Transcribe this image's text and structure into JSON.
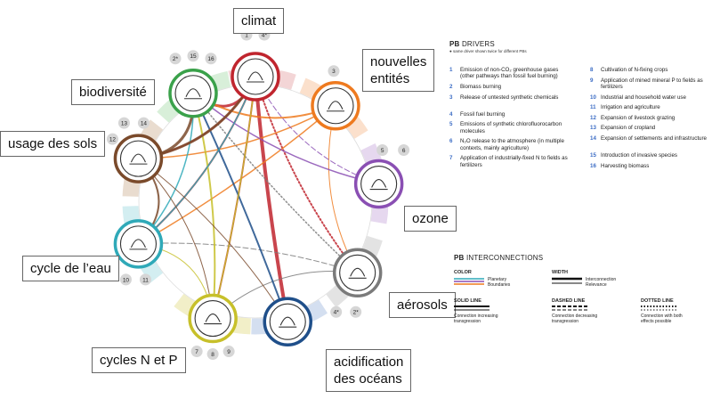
{
  "boundaries": [
    {
      "id": "climat",
      "label": "climat",
      "color": "#c0252e",
      "drivers": [
        "1",
        "4*"
      ]
    },
    {
      "id": "nouvelles",
      "label": "nouvelles\nentités",
      "color": "#ee7a1f",
      "drivers": [
        "3"
      ]
    },
    {
      "id": "ozone",
      "label": "ozone",
      "color": "#8a4fb3",
      "drivers": [
        "5",
        "6"
      ]
    },
    {
      "id": "aerosols",
      "label": "aérosols",
      "color": "#7a7a7a",
      "drivers": [
        "4*",
        "2*"
      ]
    },
    {
      "id": "acidification",
      "label": "acidification\ndes océans",
      "color": "#1f4f8a",
      "drivers": []
    },
    {
      "id": "cycles",
      "label": "cycles N et P",
      "color": "#c7c02a",
      "drivers": [
        "7",
        "8",
        "9"
      ]
    },
    {
      "id": "eau",
      "label": "cycle de l’eau",
      "color": "#2fa9b8",
      "drivers": [
        "10",
        "11"
      ]
    },
    {
      "id": "sols",
      "label": "usage des sols",
      "color": "#7a4a2b",
      "drivers": [
        "12",
        "13",
        "14"
      ]
    },
    {
      "id": "biodiversite",
      "label": "biodiversité",
      "color": "#3aa14a",
      "drivers": [
        "2*",
        "15",
        "16"
      ]
    }
  ],
  "drivers_panel": {
    "title_bold": "PB",
    "title_rest": " DRIVERS",
    "note": "● same driver shown twice for different PBs",
    "items": [
      {
        "n": "1",
        "text": "Emission of non-CO₂ greenhouse gases (other pathways than fossil fuel burning)"
      },
      {
        "n": "2",
        "text": "Biomass burning"
      },
      {
        "n": "3",
        "text": "Release of untested synthetic chemicals"
      },
      {
        "n": "4",
        "text": "Fossil fuel burning"
      },
      {
        "n": "5",
        "text": "Emissions of synthetic chlorofluorocarbon molecules"
      },
      {
        "n": "6",
        "text": "N₂O release to the atmosphere (in multiple contexts, mainly agriculture)"
      },
      {
        "n": "7",
        "text": "Application of industrially-fixed N to fields as fertilizers"
      },
      {
        "n": "8",
        "text": "Cultivation of N-fixing crops"
      },
      {
        "n": "9",
        "text": "Application of mined mineral P to fields as fertilizers"
      },
      {
        "n": "10",
        "text": "Industrial and household water use"
      },
      {
        "n": "11",
        "text": "Irrigation and agriculture"
      },
      {
        "n": "12",
        "text": "Expansion of livestock grazing"
      },
      {
        "n": "13",
        "text": "Expansion of cropland"
      },
      {
        "n": "14",
        "text": "Expansion of settlements and infrastructure"
      },
      {
        "n": "15",
        "text": "Introduction of invasive species"
      },
      {
        "n": "16",
        "text": "Harvesting biomass"
      }
    ]
  },
  "interconnections_panel": {
    "title_bold": "PB",
    "title_rest": " INTERCONNECTIONS",
    "color_head": "COLOR",
    "color_text": "Planetary\nBoundaries",
    "width_head": "WIDTH",
    "width_text": "Interconnection\nRelevance",
    "solid_head": "SOLID LINE",
    "solid_text": "Connection increasing\ntransgression",
    "dashed_head": "DASHED LINE",
    "dashed_text": "Connection decreasing\ntransgression",
    "dotted_head": "DOTTED LINE",
    "dotted_text": "Connection with both\neffects possible"
  },
  "connections": [
    {
      "from": "climat",
      "to": "acidification",
      "style": "solid",
      "w": 4
    },
    {
      "from": "climat",
      "to": "cycles",
      "style": "solid",
      "w": 2
    },
    {
      "from": "climat",
      "to": "sols",
      "style": "solid",
      "w": 2
    },
    {
      "from": "climat",
      "to": "eau",
      "style": "solid",
      "w": 2
    },
    {
      "from": "climat",
      "to": "biodiversite",
      "style": "solid",
      "w": 3
    },
    {
      "from": "climat",
      "to": "aerosols",
      "style": "dotted",
      "w": 2
    },
    {
      "from": "nouvelles",
      "to": "biodiversite",
      "style": "solid",
      "w": 2
    },
    {
      "from": "nouvelles",
      "to": "eau",
      "style": "solid",
      "w": 1.5
    },
    {
      "from": "nouvelles",
      "to": "sols",
      "style": "solid",
      "w": 1.5
    },
    {
      "from": "nouvelles",
      "to": "aerosols",
      "style": "solid",
      "w": 1
    },
    {
      "from": "ozone",
      "to": "climat",
      "style": "dashed",
      "w": 1
    },
    {
      "from": "ozone",
      "to": "biodiversite",
      "style": "solid",
      "w": 1.5
    },
    {
      "from": "aerosols",
      "to": "biodiversite",
      "style": "dotted",
      "w": 1.5
    },
    {
      "from": "aerosols",
      "to": "eau",
      "style": "dashed",
      "w": 1
    },
    {
      "from": "aerosols",
      "to": "cycles",
      "style": "solid",
      "w": 1
    },
    {
      "from": "acidification",
      "to": "biodiversite",
      "style": "solid",
      "w": 2
    },
    {
      "from": "cycles",
      "to": "biodiversite",
      "style": "solid",
      "w": 2
    },
    {
      "from": "cycles",
      "to": "climat",
      "style": "solid",
      "w": 1.5
    },
    {
      "from": "cycles",
      "to": "eau",
      "style": "solid",
      "w": 1
    },
    {
      "from": "eau",
      "to": "biodiversite",
      "style": "solid",
      "w": 1.5
    },
    {
      "from": "eau",
      "to": "climat",
      "style": "solid",
      "w": 1.5
    },
    {
      "from": "sols",
      "to": "biodiversite",
      "style": "solid",
      "w": 3
    },
    {
      "from": "sols",
      "to": "eau",
      "style": "solid",
      "w": 2
    },
    {
      "from": "sols",
      "to": "climat",
      "style": "solid",
      "w": 3
    },
    {
      "from": "sols",
      "to": "acidification",
      "style": "solid",
      "w": 1
    },
    {
      "from": "sols",
      "to": "cycles",
      "style": "solid",
      "w": 1
    }
  ]
}
